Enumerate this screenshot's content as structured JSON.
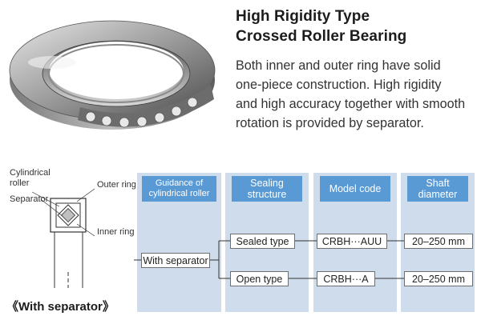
{
  "heading": {
    "line1": "High Rigidity Type",
    "line2": "Crossed Roller Bearing"
  },
  "description": {
    "line1": "Both inner and outer ring have solid",
    "line2": "one-piece construction.  High rigidity",
    "line3": "and high accuracy together with smooth",
    "line4": "rotation is provided by separator."
  },
  "diagram": {
    "label_cylindrical_1": "Cylindrical",
    "label_cylindrical_2": "roller",
    "label_separator": "Separator",
    "label_outer_ring": "Outer ring",
    "label_inner_ring": "Inner ring",
    "caption": "《With separator》"
  },
  "columns": {
    "guidance": [
      "Guidance of",
      "cylindrical roller"
    ],
    "sealing": [
      "Sealing",
      "structure"
    ],
    "model": [
      "Model code"
    ],
    "shaft": [
      "Shaft",
      "diameter"
    ]
  },
  "rows": {
    "guidance_value": "With separator",
    "sealed": {
      "structure": "Sealed type",
      "model_code": "CRBH···AUU",
      "shaft_diameter": "20–250 mm"
    },
    "open": {
      "structure": "Open type",
      "model_code": "CRBH···A",
      "shaft_diameter": "20–250 mm"
    }
  },
  "colors": {
    "column_background": "#cfdcec",
    "column_header": "#5a9ad4"
  }
}
